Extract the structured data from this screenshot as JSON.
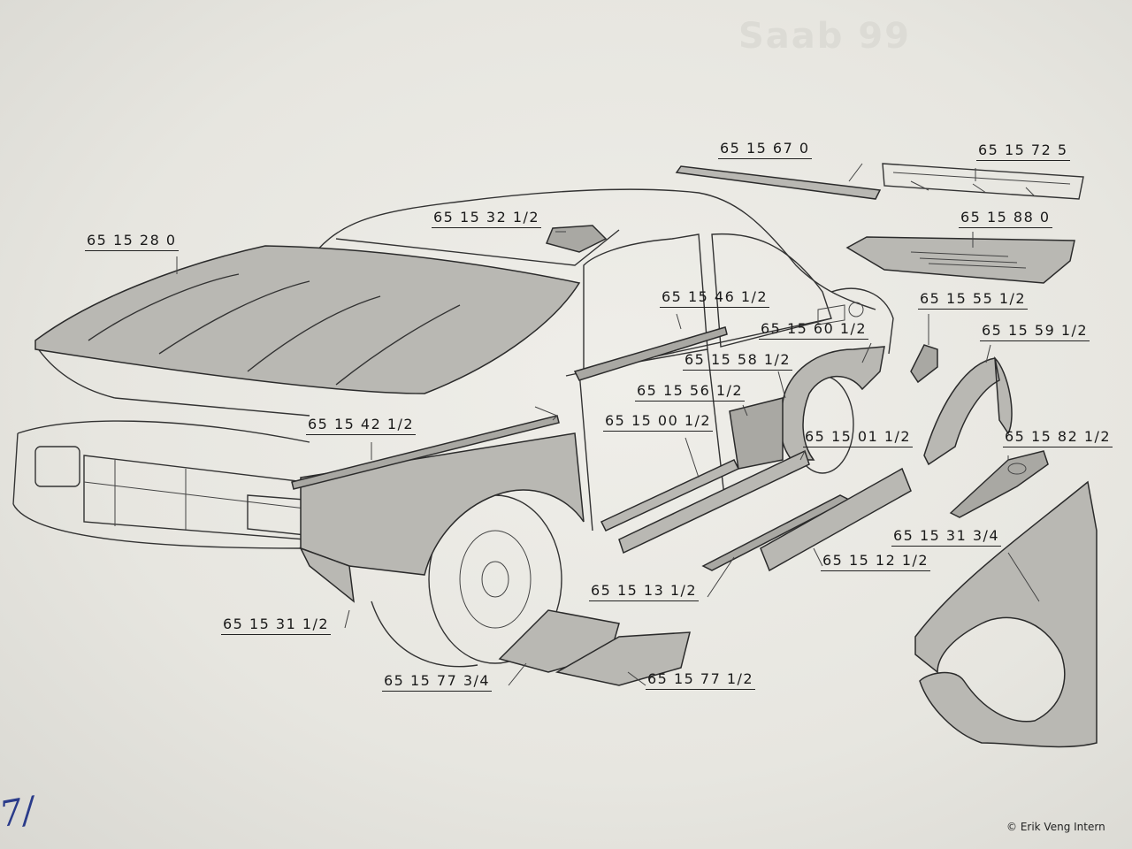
{
  "header": {
    "text": "Saab 99"
  },
  "copyright": "© Erik Veng Intern",
  "page_mark": "7/",
  "labels": {
    "hood": "65 15 28 0",
    "cowl_vent": "65 15 32 1/2",
    "roof_rail": "65 15 67 0",
    "frame_kit": "65 15 72 5",
    "trunk_floor": "65 15 88 0",
    "door_strip": "65 15 46 1/2",
    "rear_corner": "65 15 55 1/2",
    "rear_arch": "65 15 60 1/2",
    "wheel_arch": "65 15 59 1/2",
    "arch_panel": "65 15 58 1/2",
    "rocker_patch": "65 15 56 1/2",
    "sill_outer": "65 15 00 1/2",
    "front_wing_strip": "65 15 42 1/2",
    "sill_inner": "65 15 01 1/2",
    "rear_bracket": "65 15 82 1/2",
    "front_wing_right": "65 15 31 3/4",
    "sill_lower": "65 15 12 1/2",
    "sill_channel": "65 15 13 1/2",
    "front_wing_left": "65 15 31 1/2",
    "floor_left": "65 15 77 3/4",
    "floor_right": "65 15 77 1/2"
  }
}
